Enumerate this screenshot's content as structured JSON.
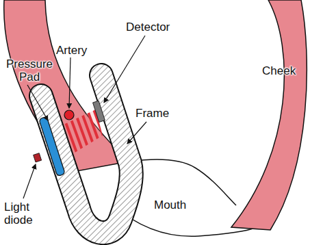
{
  "diagram": {
    "labels": [
      "Artery",
      "Pressure Pad",
      "Detector",
      "Cheek",
      "Frame",
      "Mouth",
      "Light diode"
    ]
  }
}
